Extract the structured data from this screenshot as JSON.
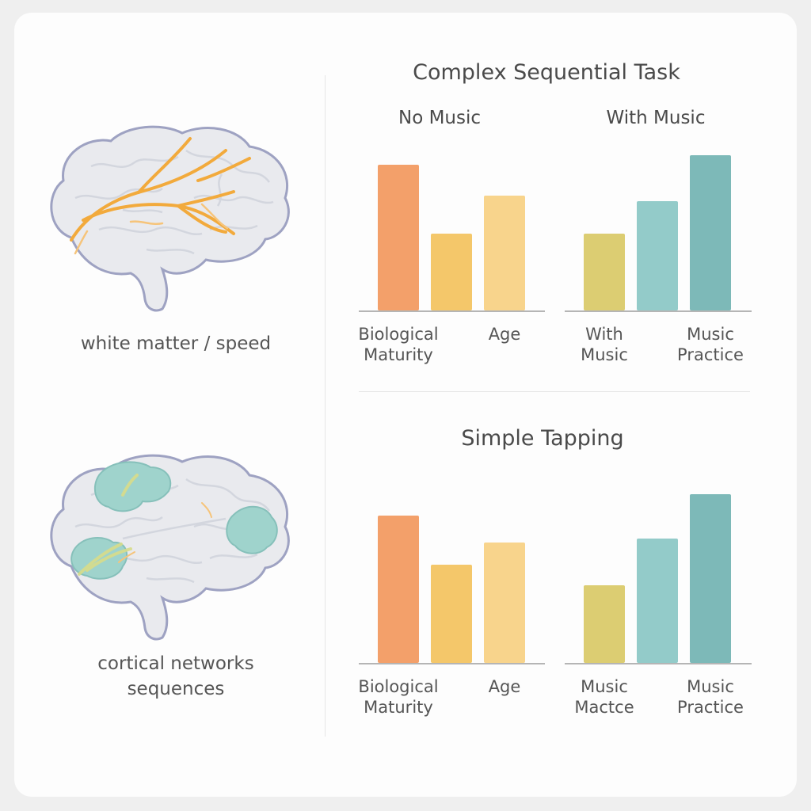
{
  "left_panel": {
    "top_caption": "white matter / speed",
    "bottom_caption_line1": "cortical networks",
    "bottom_caption_line2": "sequences"
  },
  "complex_section": {
    "title": "Complex Sequential Task",
    "no_music_label": "No Music",
    "with_music_label": "With Music"
  },
  "simple_section": {
    "title": "Simple Tapping"
  },
  "colors": {
    "orange": "#f3a06a",
    "gold": "#f4c76a",
    "peach": "#f8d48c",
    "olive": "#dccd72",
    "teal_light": "#93cbc9",
    "teal": "#7db9b8",
    "white_matter_tract": "#f2aa3c",
    "cortical_region": "#9fd3cc"
  },
  "chart_data": [
    {
      "type": "bar",
      "panel": "Complex Sequential Task - No Music",
      "values": [
        184,
        97,
        145
      ],
      "colors": [
        "#f3a06a",
        "#f4c76a",
        "#f8d48c"
      ],
      "tick_labels": [
        {
          "lines": [
            "Biological",
            "Maturity"
          ],
          "under_bar": 0
        },
        {
          "lines": [
            "Age"
          ],
          "under_bar": 2
        }
      ],
      "ylim": [
        0,
        200
      ]
    },
    {
      "type": "bar",
      "panel": "Complex Sequential Task - With Music",
      "values": [
        97,
        138,
        196
      ],
      "colors": [
        "#dccd72",
        "#93cbc9",
        "#7db9b8"
      ],
      "tick_labels": [
        {
          "lines": [
            "With",
            "Music"
          ],
          "under_bar": 0
        },
        {
          "lines": [
            "Music",
            "Practice"
          ],
          "under_bar": 2
        }
      ],
      "ylim": [
        0,
        200
      ]
    },
    {
      "type": "bar",
      "panel": "Simple Tapping - No Music",
      "values": [
        186,
        124,
        152
      ],
      "colors": [
        "#f3a06a",
        "#f4c76a",
        "#f8d48c"
      ],
      "tick_labels": [
        {
          "lines": [
            "Biological",
            "Maturity"
          ],
          "under_bar": 0
        },
        {
          "lines": [
            "Age"
          ],
          "under_bar": 2
        }
      ],
      "ylim": [
        0,
        200
      ]
    },
    {
      "type": "bar",
      "panel": "Simple Tapping - With Music",
      "values": [
        98,
        157,
        213
      ],
      "colors": [
        "#dccd72",
        "#93cbc9",
        "#7db9b8"
      ],
      "tick_labels": [
        {
          "lines": [
            "Music",
            "Mactce"
          ],
          "under_bar": 0
        },
        {
          "lines": [
            "Music",
            "Practice"
          ],
          "under_bar": 2
        }
      ],
      "ylim": [
        0,
        220
      ]
    }
  ]
}
